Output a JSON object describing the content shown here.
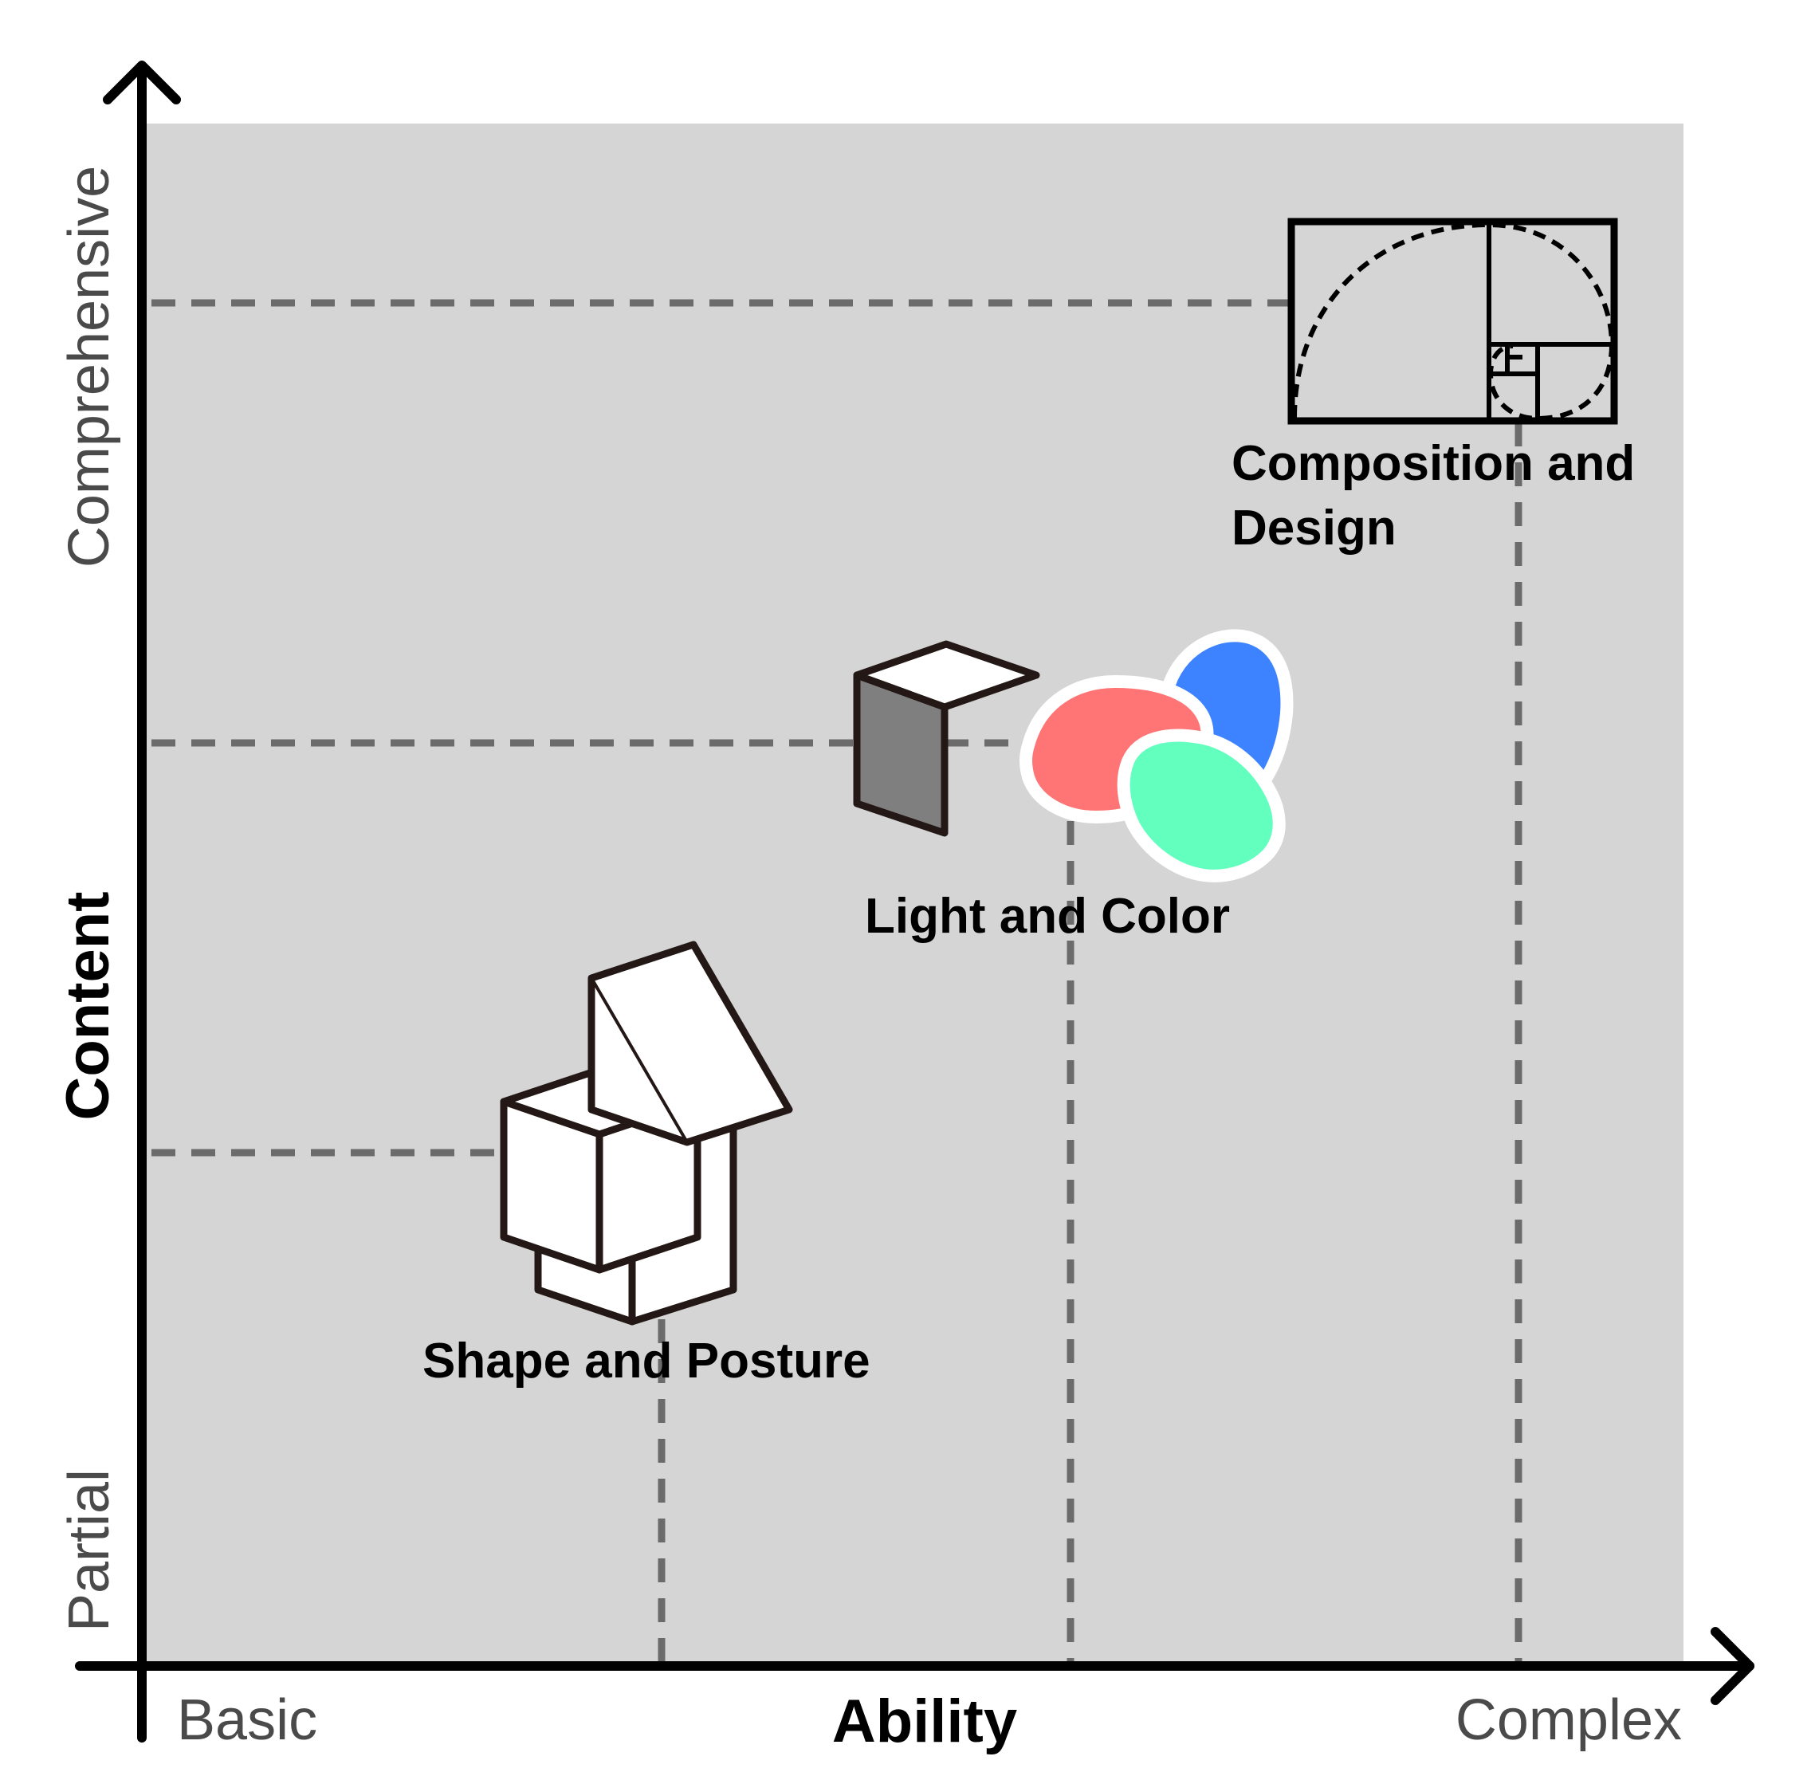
{
  "x_axis": {
    "title": "Ability",
    "low_label": "Basic",
    "high_label": "Complex"
  },
  "y_axis": {
    "title": "Content",
    "low_label": "Partial",
    "high_label": "Comprehensive"
  },
  "items": [
    {
      "label": "Shape and Posture",
      "icon": "stacked-cubes-icon"
    },
    {
      "label": "Light and Color",
      "icon": "shaded-cube-and-color-blobs-icon"
    },
    {
      "label_line1": "Composition and",
      "label_line2": "Design",
      "icon": "golden-ratio-spiral-icon"
    }
  ],
  "colors": {
    "plot_background": "#d5d5d5",
    "guide_lines": "#6b6b6b",
    "blob_red": "#ff7575",
    "blob_blue": "#3d82ff",
    "blob_green": "#62ffbf",
    "cube_shade": "#7f7f7f"
  }
}
